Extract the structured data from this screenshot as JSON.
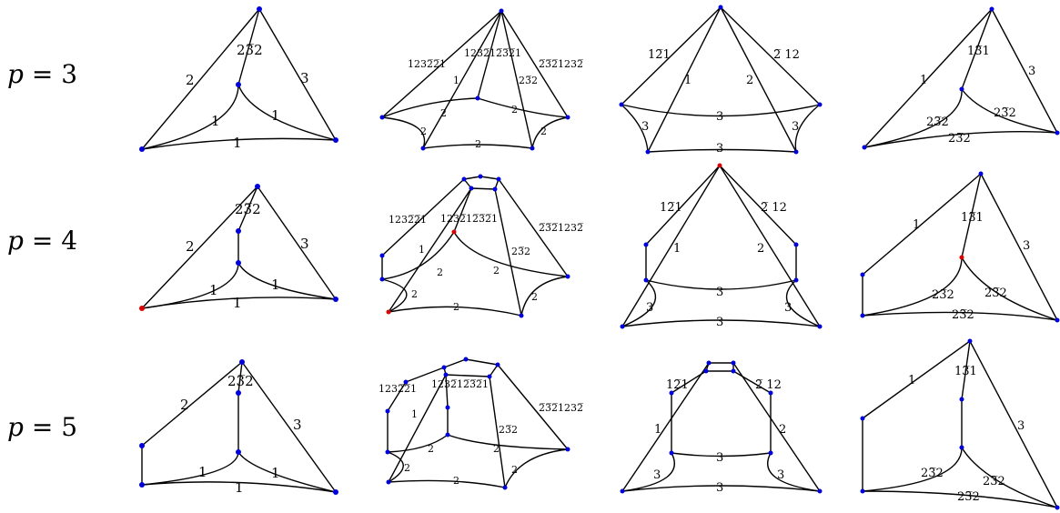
{
  "rows": [
    {
      "var": "p",
      "eq": "=",
      "value": "3"
    },
    {
      "var": "p",
      "eq": "=",
      "value": "4"
    },
    {
      "var": "p",
      "eq": "=",
      "value": "5"
    }
  ],
  "colors": {
    "vertex": "#0000dd",
    "special_vertex": "#dd0000",
    "edge": "#000000"
  },
  "labels": {
    "one": "1",
    "two": "2",
    "three": "3",
    "s23b2": "23̅2",
    "s13b1": "13̅1",
    "s12b1": "12̅1",
    "sb212": "2̅ 12",
    "long_left": "1232̅2̅1",
    "long_mid": "1232̅12̅3̅2̅1",
    "long_right": "2̅3̅2̅1232̅"
  }
}
